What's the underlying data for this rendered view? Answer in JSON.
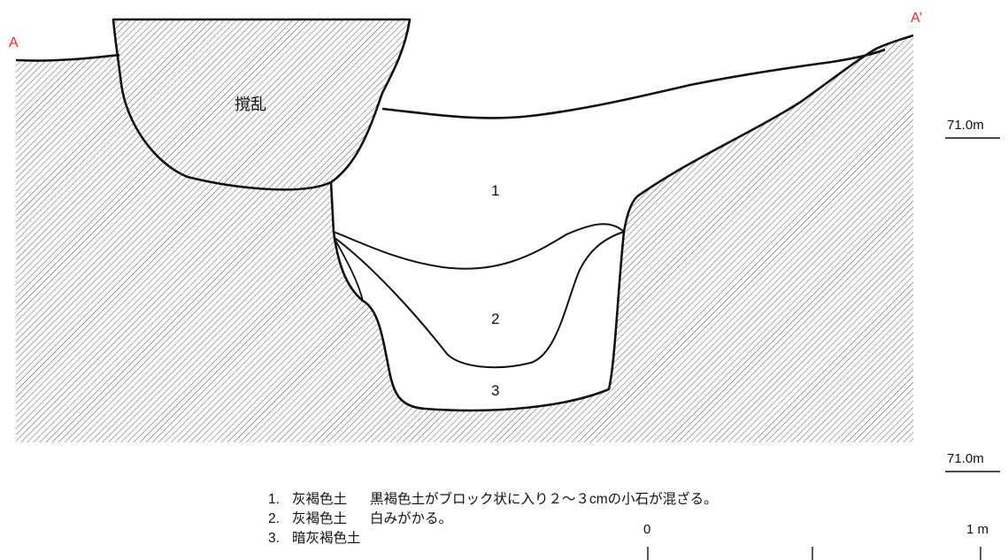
{
  "section": {
    "left_label": "A",
    "right_label": "A’",
    "disturbance_label": "撹乱",
    "layer_numbers": [
      "1",
      "2",
      "3"
    ],
    "elevation_marks": [
      "71.0m",
      "71.0m"
    ],
    "colors": {
      "section_label": "#e8262a",
      "line": "#111111",
      "hatch": "#555555"
    }
  },
  "legend": [
    {
      "num": "1.",
      "soil": "灰褐色土",
      "desc": "黒褐色土がブロック状に入り２〜３cmの小石が混ざる。"
    },
    {
      "num": "2.",
      "soil": "灰褐色土",
      "desc": "白みがかる。"
    },
    {
      "num": "3.",
      "soil": "暗灰褐色土",
      "desc": ""
    }
  ],
  "scale": {
    "start": "0",
    "end": "1 m"
  }
}
